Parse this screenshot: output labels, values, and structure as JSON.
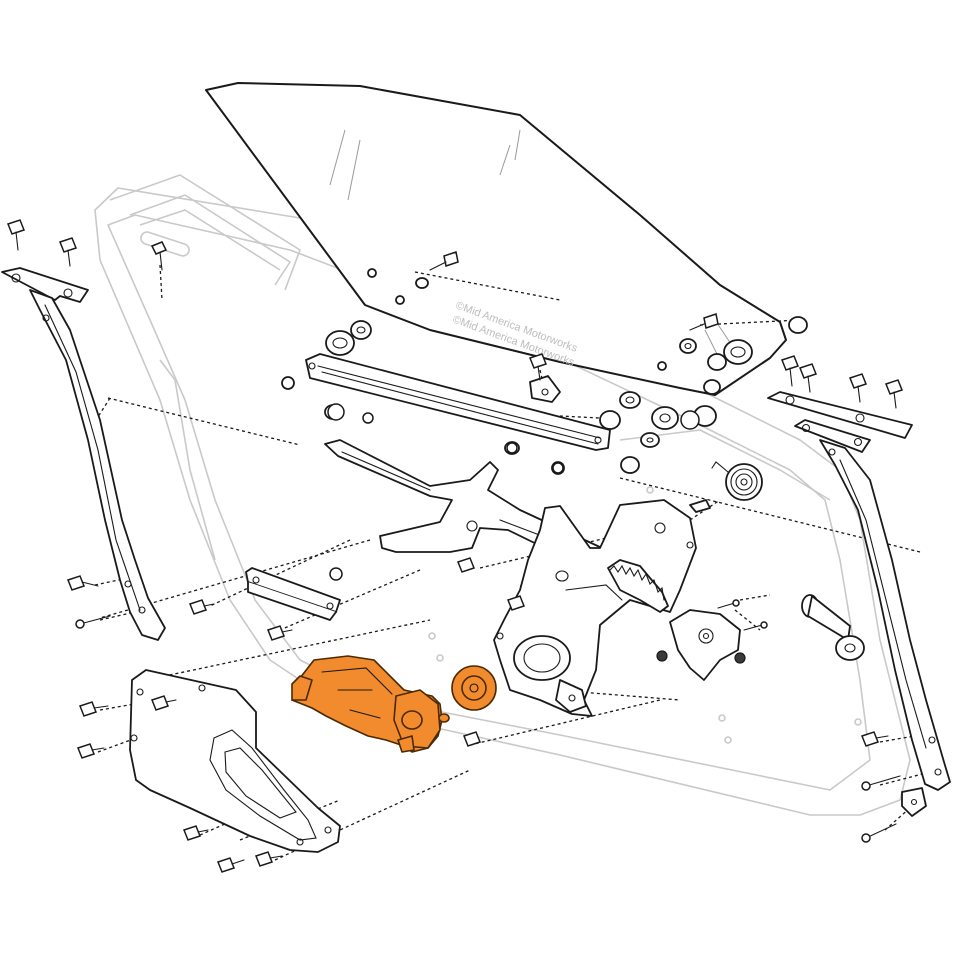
{
  "diagram": {
    "watermark_lines": [
      "©Mid America Motorworks",
      "©Mid America Motorworks"
    ],
    "highlight_color": "#f28a2e",
    "highlight_outline": "#4a2a00",
    "line_color": "#1a1a1a",
    "ghost_line_color": "#c9c9c9",
    "highlighted_parts": [
      "window-motor",
      "motor-drive-gear"
    ],
    "parts": [
      "door-glass",
      "door-inner-panel",
      "front-glass-run-channel",
      "rear-glass-run-channel",
      "glass-lift-channel",
      "window-regulator",
      "regulator-sector-gear",
      "counterbalance-spring",
      "regulator-lower-bracket",
      "regulator-cam-bracket",
      "access-cover-plate",
      "window-motor",
      "motor-drive-gear",
      "glass-stop-bumper",
      "fasteners"
    ]
  }
}
